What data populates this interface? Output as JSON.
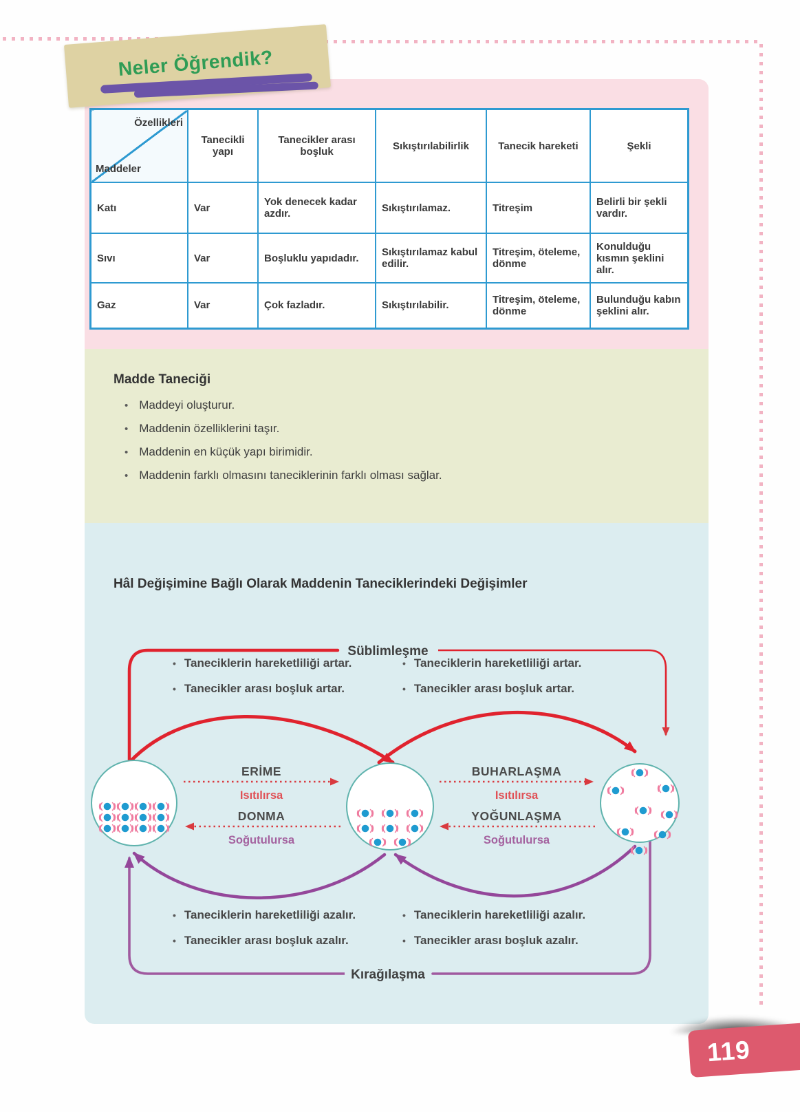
{
  "banner": {
    "title": "Neler Öğrendik?"
  },
  "table": {
    "corner": {
      "top": "Özellikleri",
      "bottom": "Maddeler"
    },
    "columns": [
      "Tanecikli yapı",
      "Tanecikler arası boşluk",
      "Sıkıştırılabilirlik",
      "Tanecik hareketi",
      "Şekli"
    ],
    "rows": [
      {
        "name": "Katı",
        "cells": [
          "Var",
          "Yok denecek kadar azdır.",
          "Sıkıştırılamaz.",
          "Titreşim",
          "Belirli bir şekli vardır."
        ]
      },
      {
        "name": "Sıvı",
        "cells": [
          "Var",
          "Boşluklu yapıdadır.",
          "Sıkıştırılamaz kabul edilir.",
          "Titreşim, öteleme, dönme",
          "Konulduğu kısmın şeklini alır."
        ]
      },
      {
        "name": "Gaz",
        "cells": [
          "Var",
          "Çok fazladır.",
          "Sıkıştırılabilir.",
          "Titreşim, öteleme, dönme",
          "Bulunduğu kabın şeklini alır."
        ]
      }
    ]
  },
  "particle_section": {
    "heading": "Madde Taneciği",
    "bullets": [
      "Maddeyi oluşturur.",
      "Maddenin özelliklerini taşır.",
      "Maddenin en küçük yapı birimidir.",
      "Maddenin farklı olmasını taneciklerinin farklı olması sağlar."
    ]
  },
  "diagram": {
    "heading": "Hâl Değişimine Bağlı Olarak Maddenin Taneciklerindeki Değişimler",
    "top_label": "Süblimleşme",
    "bottom_label": "Kırağılaşma",
    "increase_bullets": [
      "Taneciklerin hareketliliği artar.",
      "Tanecikler arası boşluk artar."
    ],
    "decrease_bullets": [
      "Taneciklerin hareketliliği azalır.",
      "Tanecikler arası boşluk azalır."
    ],
    "transitions": {
      "erime": {
        "label": "ERİME",
        "condition": "Isıtılırsa"
      },
      "donma": {
        "label": "DONMA",
        "condition": "Soğutulursa"
      },
      "buharlasma": {
        "label": "BUHARLAŞMA",
        "condition": "Isıtılırsa"
      },
      "yogunlasma": {
        "label": "YOĞUNLAŞMA",
        "condition": "Soğutulursa"
      }
    }
  },
  "page_number": "119",
  "colors": {
    "panel_pink": "#fadee4",
    "panel_green": "#e9ecd1",
    "panel_blue": "#dcedf0",
    "table_border": "#2e9ad1",
    "arrow_red": "#e0232e",
    "arrow_purple": "#94479a",
    "heat_text": "#e05156",
    "cool_text": "#a4629f",
    "banner_bg": "#ded2a3",
    "banner_text": "#2f9c55",
    "underline_purple": "#6b54a8",
    "ribbon_red": "#dd5a6e",
    "particle_blue": "#1f9bd0",
    "particle_pink": "#ef7a9e",
    "dash_pink": "#f2b3c3"
  }
}
